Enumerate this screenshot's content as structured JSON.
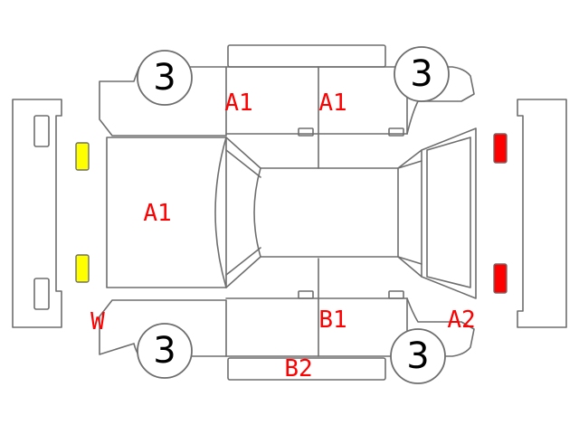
{
  "colors": {
    "outline": "#6e6e6e",
    "damage_code": "#ff0000",
    "wheel_number": "#000000",
    "lamp_front": "#ffff00",
    "lamp_rear": "#ff0000"
  },
  "wheels": {
    "front_left": "3",
    "rear_left": "3",
    "front_right": "3",
    "rear_right": "3"
  },
  "damage_codes": {
    "upper_front_door": "A1",
    "upper_rear_door": "A1",
    "hood": "A1",
    "front_lower": "W",
    "lower_rear_door": "B1",
    "rear_lower": "A2",
    "rocker_lower": "B2"
  }
}
